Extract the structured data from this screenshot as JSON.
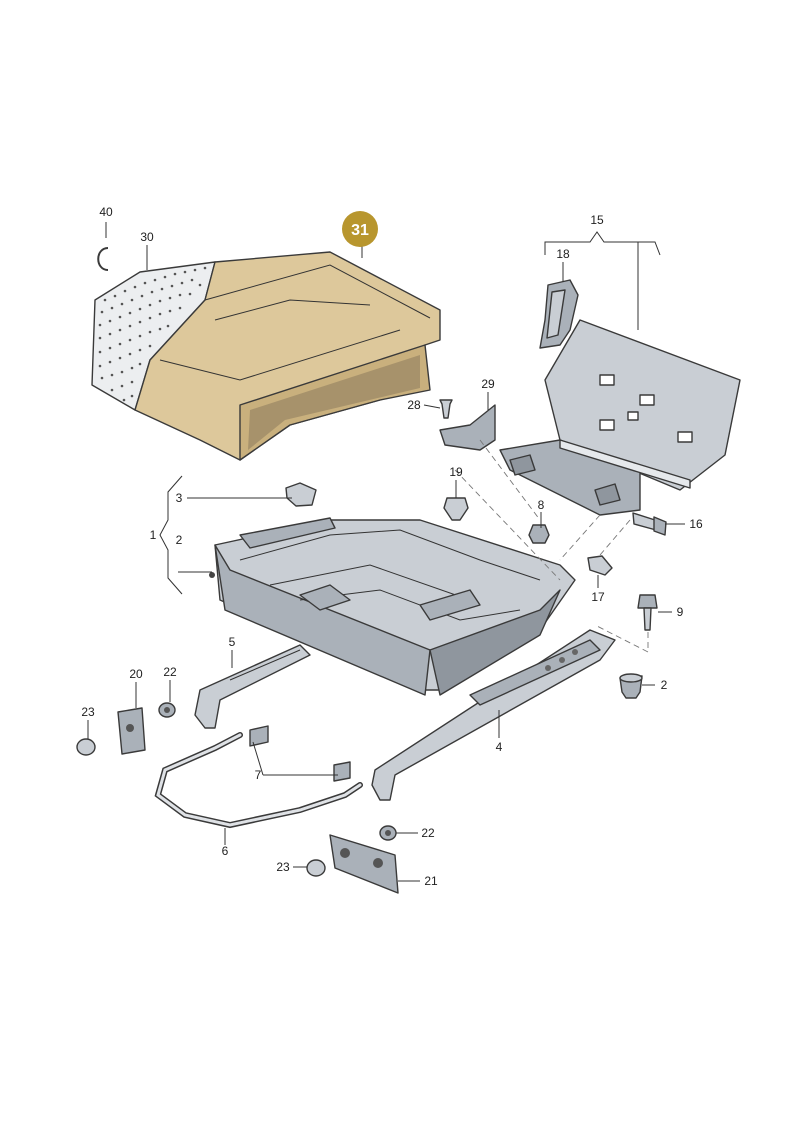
{
  "highlight_color": "#b8962e",
  "labels": {
    "p40": "40",
    "p30": "30",
    "p31": "31",
    "p15": "15",
    "p18": "18",
    "p29": "29",
    "p28": "28",
    "p19": "19",
    "p3": "3",
    "p1": "1",
    "p2_left": "2",
    "p8": "8",
    "p16": "16",
    "p17": "17",
    "p9": "9",
    "p2_right": "2",
    "p5": "5",
    "p20": "20",
    "p22_left": "22",
    "p23_left": "23",
    "p4": "4",
    "p7": "7",
    "p6": "6",
    "p22_right": "22",
    "p23_right": "23",
    "p21": "21"
  }
}
